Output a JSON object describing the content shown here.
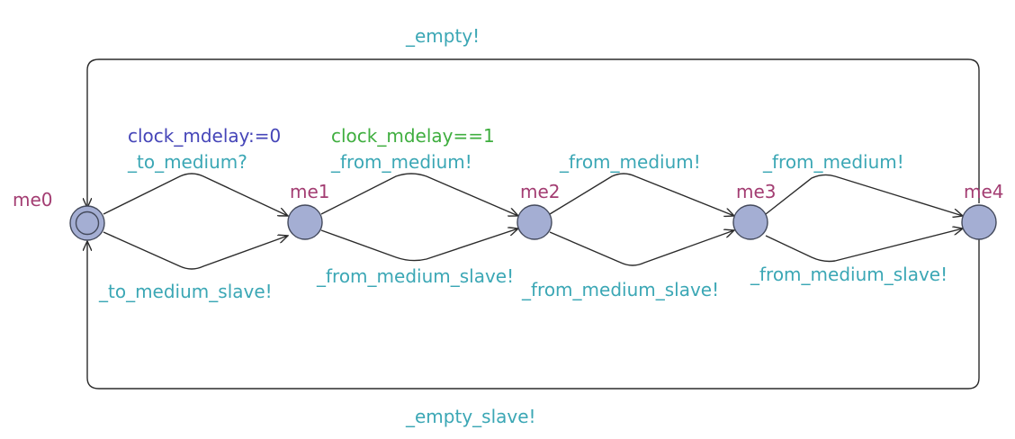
{
  "colors": {
    "location_fill": "#a4aed3",
    "location_name": "#a33d72",
    "sync": "#3ba7b5",
    "update": "#4545b8",
    "guard": "#3fae3f"
  },
  "locations": [
    {
      "name": "me0",
      "initial": true
    },
    {
      "name": "me1",
      "initial": false
    },
    {
      "name": "me2",
      "initial": false
    },
    {
      "name": "me3",
      "initial": false
    },
    {
      "name": "me4",
      "initial": false
    }
  ],
  "edges": {
    "me4_to_me0_top": {
      "sync": "_empty!"
    },
    "me4_to_me0_bottom": {
      "sync": "_empty_slave!"
    },
    "me0_to_me1_top": {
      "update": "clock_mdelay:=0",
      "sync": "_to_medium?"
    },
    "me0_to_me1_bottom": {
      "sync": "_to_medium_slave!"
    },
    "me1_to_me2_top": {
      "guard": "clock_mdelay==1",
      "sync": "_from_medium!"
    },
    "me1_to_me2_bottom": {
      "sync": "_from_medium_slave!"
    },
    "me2_to_me3_top": {
      "sync": "_from_medium!"
    },
    "me2_to_me3_bottom": {
      "sync": "_from_medium_slave!"
    },
    "me3_to_me4_top": {
      "sync": "_from_medium!"
    },
    "me3_to_me4_bottom": {
      "sync": "_from_medium_slave!"
    }
  }
}
